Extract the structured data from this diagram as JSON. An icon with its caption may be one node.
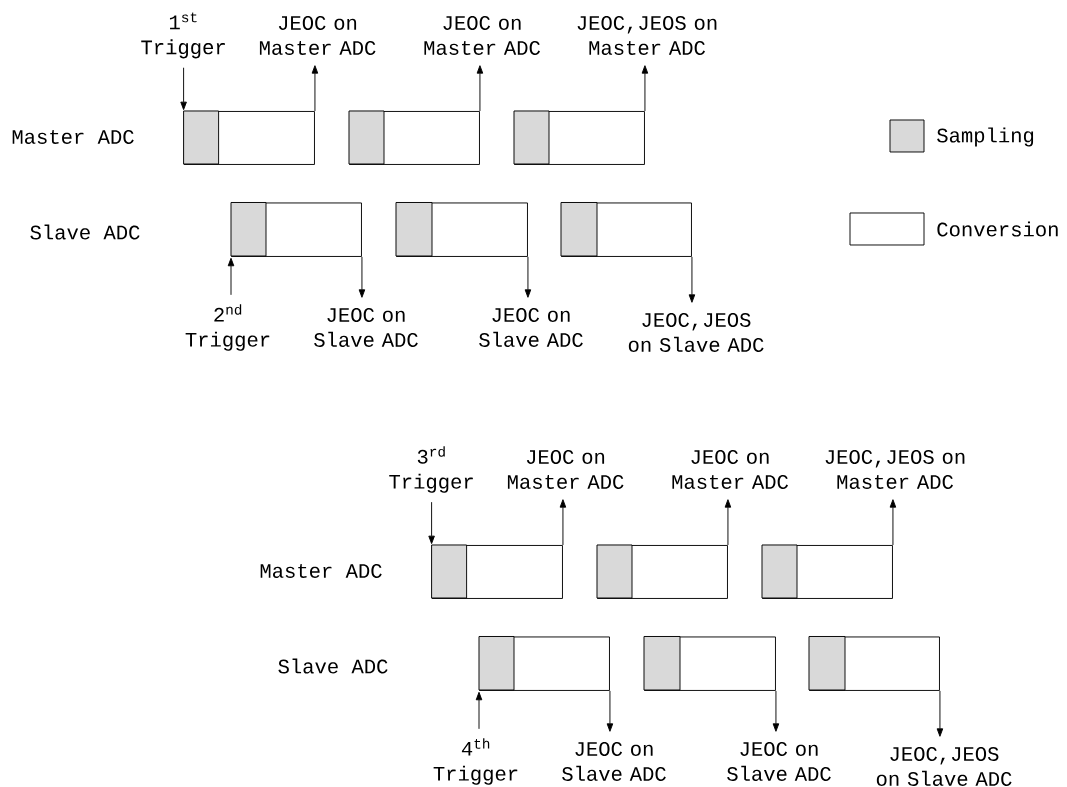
{
  "diagram": {
    "nodes": [
      {
        "text": [
          "1$^{st}$ Trigger"
        ]
      },
      {
        "text": [
          "JEOC on Master ADC"
        ]
      },
      {
        "text": [
          "JEOC on Master ADC"
        ]
      },
      {
        "text": [
          "JEOC,JEOS on Master ADC"
        ]
      },
      {
        "text": [],
        "shape": "box"
      },
      {
        "text": [],
        "shape": "box"
      },
      {
        "text": [],
        "shape": "box"
      },
      {
        "text": [],
        "shape": "box"
      },
      {
        "text": [],
        "shape": "box"
      },
      {
        "text": [],
        "shape": "box"
      },
      {
        "text": [
          "2$^{nd}$ Trigger"
        ]
      },
      {
        "text": [
          "JEOC on Slave ADC"
        ]
      },
      {
        "text": [
          "JEOC on Slave ADC"
        ]
      },
      {
        "text": [
          "JEOC,JEOS on Slave ADC"
        ]
      },
      {
        "text": [
          "3$^{rd}$ Trigger"
        ]
      },
      {
        "text": [
          "JEOC on Master ADC"
        ]
      },
      {
        "text": [
          "JEOC on Master ADC"
        ]
      },
      {
        "text": [
          "JEOC,JEOS on Master ADC"
        ]
      },
      {
        "text": [],
        "shape": "box"
      },
      {
        "text": [],
        "shape": "box"
      },
      {
        "text": [],
        "shape": "box"
      },
      {
        "text": [],
        "shape": "box"
      },
      {
        "text": [],
        "shape": "box"
      },
      {
        "text": [],
        "shape": "box"
      },
      {
        "text": [
          "4$^{th}$ Trigger"
        ]
      },
      {
        "text": [
          "JEOC on Slave ADC"
        ]
      },
      {
        "text": [
          "JEOC on Slave ADC"
        ]
      },
      {
        "text": [
          "JEOC,JEOS on Slave ADC"
        ]
      }
    ],
    "edges": [
      {
        "from": 0,
        "to": 4,
        "arrow": "to"
      },
      {
        "from": 4,
        "to": 1,
        "arrow": "to"
      },
      {
        "from": 5,
        "to": 2,
        "arrow": "to"
      },
      {
        "from": 6,
        "to": 3,
        "arrow": "to"
      },
      {
        "from": 10,
        "to": 7,
        "arrow": "to"
      },
      {
        "from": 7,
        "to": 11,
        "arrow": "to"
      },
      {
        "from": 8,
        "to": 12,
        "arrow": "to"
      },
      {
        "from": 9,
        "to": 13,
        "arrow": "to"
      },
      {
        "from": 14,
        "to": 18,
        "arrow": "to"
      },
      {
        "from": 18,
        "to": 15,
        "arrow": "to"
      },
      {
        "from": 19,
        "to": 16,
        "arrow": "to"
      },
      {
        "from": 20,
        "to": 17,
        "arrow": "to"
      },
      {
        "from": 24,
        "to": 21,
        "arrow": "to"
      },
      {
        "from": 21,
        "to": 25,
        "arrow": "to"
      },
      {
        "from": 22,
        "to": 26,
        "arrow": "to"
      },
      {
        "from": 23,
        "to": 27,
        "arrow": "to"
      }
    ],
    "labels": [
      "Master ADC",
      "Slave ADC",
      "Master ADC",
      "Slave ADC"
    ],
    "legend": [
      {
        "text": "Sampling",
        "color": "#d9d9d9"
      },
      {
        "text": "Conversion"
      }
    ]
  }
}
